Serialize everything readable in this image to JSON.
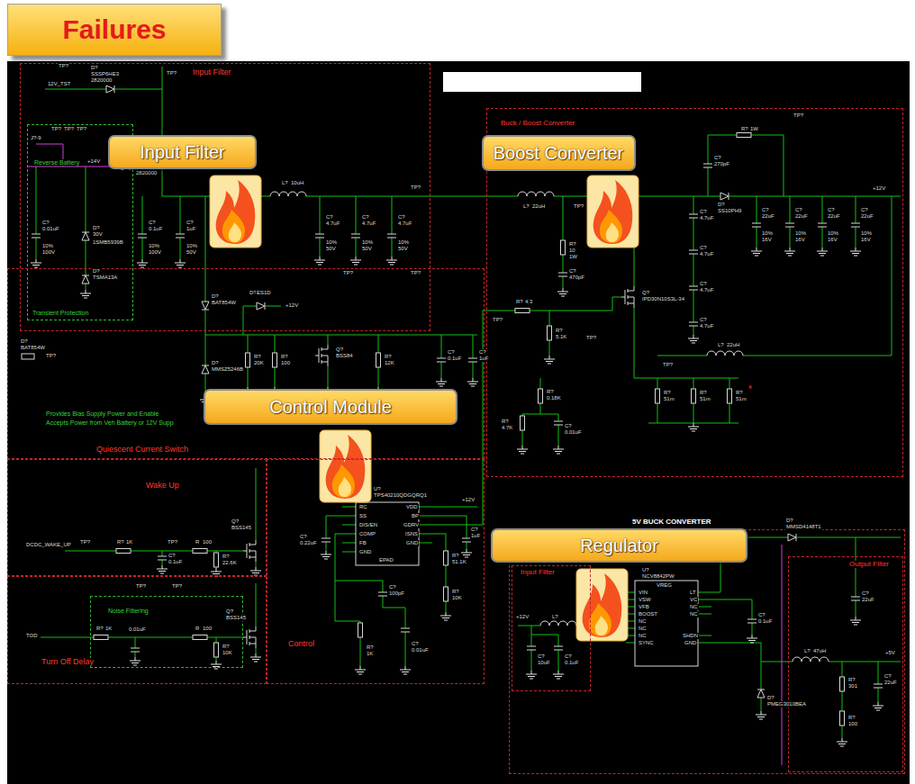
{
  "diagram": {
    "title": "Failures",
    "nodes": [
      {
        "text": [
          "Input Filter"
        ]
      },
      {
        "text": [
          "Reverse Battery",
          "Transient Protection"
        ],
        "in": 0
      },
      {
        "text": [
          "Input Filter"
        ]
      },
      {
        "text": [
          "Buck / Boost Converter"
        ]
      },
      {
        "text": [
          "Boost Converter"
        ]
      },
      {
        "text": [
          "Quiescent Current Switch"
        ]
      },
      {
        "text": [
          "Control Module"
        ]
      },
      {
        "text": [
          "Wake Up"
        ]
      },
      {
        "text": [
          "Control"
        ]
      },
      {
        "text": [
          "Turn Off Delay"
        ]
      },
      {
        "text": [
          "Noise Filtering"
        ],
        "in": 9
      },
      {
        "text": [
          "5V BUCK CONVERTER"
        ]
      },
      {
        "text": [
          "Input Filter"
        ],
        "in": 11
      },
      {
        "text": [
          "Output Filter"
        ],
        "in": 11
      },
      {
        "text": [
          "Regulator"
        ]
      }
    ],
    "labels": [
      "TP?",
      "D?",
      "SSSP6HE3",
      "2820000",
      "12V_TST",
      "TP?",
      "J?-9",
      "TP?",
      "TP?",
      "TP?",
      "+14V",
      "D?",
      "SSSP6HE3",
      "2820000",
      "C?",
      "0.1uF",
      "10%",
      "100V",
      "C?",
      "1uF",
      "10%",
      "50V",
      "C?",
      "0.01uF",
      "10%",
      "100V",
      "D?",
      "30V",
      "1SMB5939B",
      "D?",
      "TSMA13A",
      "L?",
      "10uH",
      "TP?",
      "C?",
      "4.7uF",
      "10%",
      "50V",
      "C?",
      "4.7uF",
      "10%",
      "50V",
      "C?",
      "4.7uF",
      "10%",
      "50V",
      "D?",
      "BAT854W",
      "TP?",
      "D?",
      "BAT854W",
      "D?",
      "ES1D",
      "+12V",
      "Q?",
      "BSS84",
      "D?",
      "MMSZ5246B",
      "R?",
      "20K",
      "R?",
      "100",
      "R?",
      "12K",
      "C?",
      "0.1uF",
      "C?",
      "1uF",
      "TP?",
      "TP?",
      "Provides Bias Supply Power and Enable",
      "Accepts Power from Veh Battery or 12V Supp",
      "DCDC_WAKE_UP",
      "TP?",
      "R?",
      "1K",
      "TP?",
      "R",
      "100",
      "C?",
      "0.1uF",
      "R?",
      "22.6K",
      "Q?",
      "BSS145",
      "TOD",
      "R?",
      "1K",
      "0.01uF",
      "R",
      "100",
      "R?",
      "10K",
      "Q?",
      "BSS145",
      "TP?",
      "TP?",
      "C?",
      "0.22uF",
      "U?",
      "TPS40210QDGQRQ1",
      "RC",
      "SS",
      "DIS/EN",
      "COMP",
      "FB",
      "GND",
      "VDD",
      "BP",
      "GDRV",
      "ISNS",
      "GND",
      "EPAD",
      "C?",
      "1uF",
      "+12V",
      "R?",
      "51.1K",
      "R?",
      "10K",
      "C?",
      "100pF",
      "R?",
      "1K",
      "C?",
      "0.01uF",
      "L?",
      "22uH",
      "TP?",
      "R?",
      "10",
      "1W",
      "Q?",
      "IPD30N10S3L-34",
      "R?",
      "4.3",
      "R?",
      "5.1K",
      "C?",
      "470pF",
      "TP?",
      "TP?",
      "C?",
      "4.7uF",
      "C?",
      "4.7uF",
      "C?",
      "4.7uF",
      "C?",
      "4.7uF",
      "C?",
      "270pF",
      "R?",
      "1W",
      "D?",
      "SS10PH9",
      "+12V",
      "C?",
      "22uF",
      "10%",
      "16V",
      "C?",
      "22uF",
      "10%",
      "16V",
      "C?",
      "22uF",
      "10%",
      "16V",
      "C?",
      "22uF",
      "10%",
      "16V",
      "L?",
      "22uH",
      "R?",
      "51m",
      "R?",
      "51m",
      "R?",
      "51m",
      "*",
      "R?",
      "0.18K",
      "R?",
      "4.7K",
      "C?",
      "0.01uF",
      "TP?",
      "TP?",
      "D?",
      "MMSD4148T1",
      "U?",
      "NCV8842PW",
      "VREG",
      "VIN",
      "VSW",
      "VFB",
      "BOOST",
      "NC",
      "NC",
      "NC",
      "SYNC",
      "LT",
      "VC",
      "NC",
      "NC",
      "SHDN",
      "GND",
      "+12V",
      "L?",
      "C?",
      "10uF",
      "C?",
      "0.1uF",
      "C?",
      "0.1uF",
      "L?",
      "47uH",
      "+5V",
      "D?",
      "PMEG3010BEA",
      "R?",
      "301",
      "R?",
      "100",
      "C?",
      "22uF",
      "C?",
      "22uF"
    ]
  }
}
